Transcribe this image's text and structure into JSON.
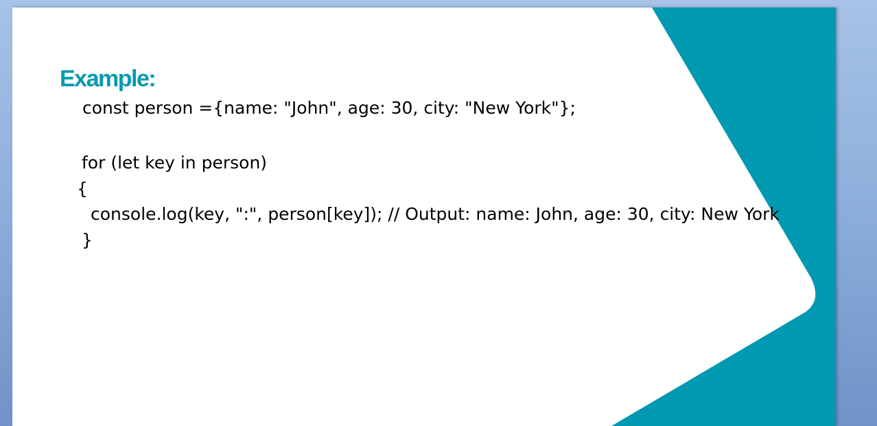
{
  "slide": {
    "title": "Example:",
    "title_color": "#0a9aae",
    "accent_color": "#0099b1",
    "code_lines": [
      "const person ={name: \"John\", age: 30, city: \"New York\"};",
      "for (let key in person)",
      "{",
      "console.log(key, \":\", person[key]); // Output: name: John, age: 30, city: New York",
      "}"
    ]
  }
}
